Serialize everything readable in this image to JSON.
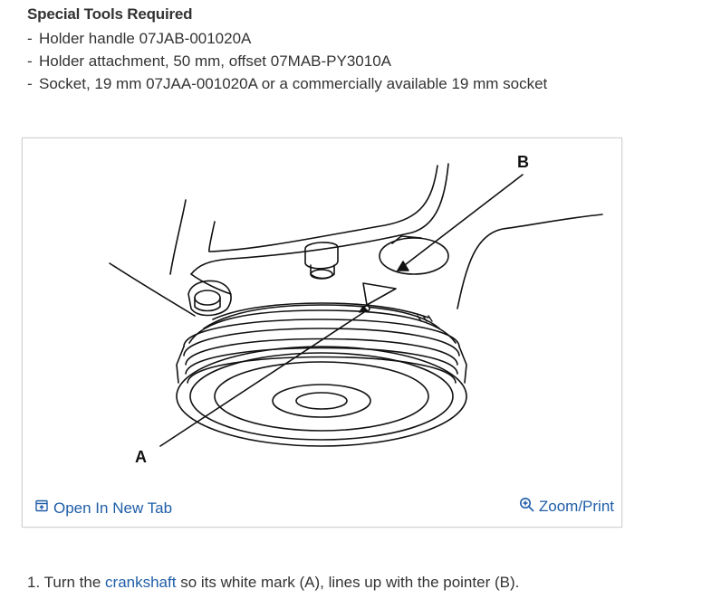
{
  "heading": "Special Tools Required",
  "tools": [
    {
      "dash": "-",
      "text": "Holder handle 07JAB-001020A"
    },
    {
      "dash": "-",
      "text": "Holder attachment, 50 mm, offset 07MAB-PY3010A"
    },
    {
      "dash": "-",
      "text": "Socket, 19 mm 07JAA-001020A or a commercially available 19 mm socket"
    }
  ],
  "figure": {
    "label_a": "A",
    "label_b": "B",
    "open_tab_label": "Open In New Tab",
    "zoom_label": "Zoom/Print",
    "open_tab_icon": "open-new-tab-icon",
    "zoom_icon": "magnifier-zoom-icon"
  },
  "step": {
    "number": "1.",
    "before_link": "Turn the",
    "link_text": "crankshaft",
    "after_link": "so its white mark (A), lines up with the pointer (B)."
  },
  "colors": {
    "text": "#333333",
    "link": "#1f5ea8",
    "border": "#d2d2d2"
  }
}
